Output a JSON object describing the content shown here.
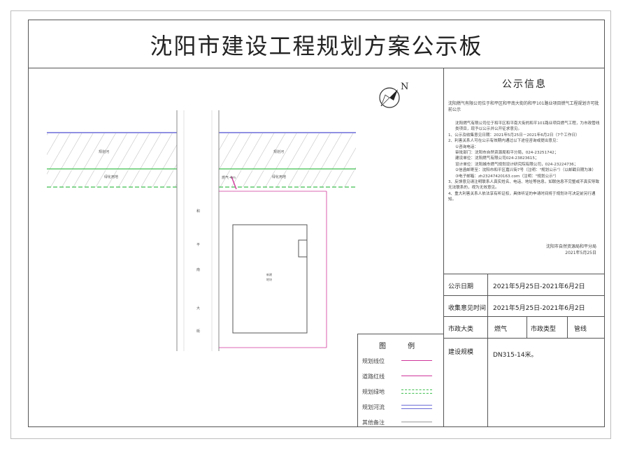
{
  "title": "沈阳市建设工程规划方案公示板",
  "info": {
    "heading": "公示信息",
    "intro": "沈阳燃气有限公司位于和平区和平南大街的和平101路业项目燃气工程规划许可批前公示",
    "body": [
      "沈阳燃气有限公司位于和平区和平南大街的和平101路业项目燃气工程，为市政管线类项目，现予以公示并公开征求意见。",
      "1、公示及收集意见日期：2021年5月25日－2021年6月2日（7个工作日）",
      "2、利害关系人可在公示有效期内通过以下途径咨询或提出意见：",
      "①咨询电话：",
      "审批部门：沈阳市自然资源局和平分局，024-23251742；",
      "建设单位：沈阳燃气有限公司024-23823615；",
      "设计单位：沈阳城市燃气规划设计研究院有限公司，024-23224736；",
      "②信函邮寄至：沈阳市和平区嘉兴街7号（注明：\"规划公示\"）（以邮戳日期为准）",
      "③电子邮箱：zh23247420163.com（注明：\"规划公示\"）",
      "3、反馈意见请注明联系人真实姓名、电话、地址等信息，如联信息不完整或不真实导致无法联系的，视为无效意见。",
      "4、重大利害关系人依法享有听证权，具体听证的申请时间将于规划许可决定前另行通知。"
    ],
    "sign_org": "沈阳市自然资源局和平分局",
    "sign_date": "2021年5月25日"
  },
  "table": {
    "rows": [
      {
        "key": "公示日期",
        "value": "2021年5月25日-2021年6月2日"
      },
      {
        "key": "收集意见时间",
        "value": "2021年5月25日-2021年6月2日"
      }
    ],
    "category": {
      "key": "市政大类",
      "value": "燃气",
      "key2": "市政类型",
      "value2": "管线"
    },
    "scale": {
      "key": "建设规模",
      "value": "DN315-14米。"
    }
  },
  "legend": {
    "title": "图 例",
    "items": [
      {
        "label": "规划线位",
        "color": "#d0359a"
      },
      {
        "label": "道路红线",
        "color": "#d0359a"
      },
      {
        "label": "规划绿地",
        "color": "#3fbf4f"
      },
      {
        "label": "规划河流",
        "color": "#6b6bd8"
      },
      {
        "label": "其他备注",
        "color": "#9a9a9a"
      }
    ]
  },
  "map": {
    "road_labels_left": [
      "规划河",
      "绿化用地"
    ],
    "road_labels_right": [
      "规划河",
      "绿化用地"
    ],
    "street_chars": [
      "和",
      "平",
      "南",
      "大",
      "街"
    ],
    "gas_label": "燃气-4m",
    "building_label": "新建",
    "building_sub": "地块"
  }
}
